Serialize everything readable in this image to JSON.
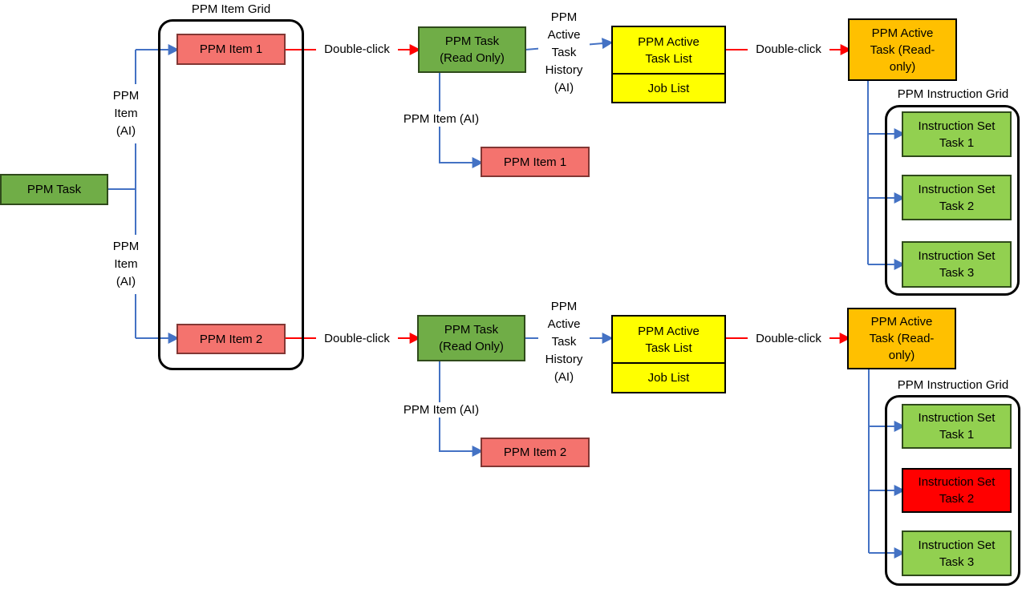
{
  "colors": {
    "task_green": "#70AD47",
    "item_salmon": "#F4736E",
    "list_yellow": "#FFFF00",
    "active_orange": "#FFC000",
    "instruction_green": "#92D050",
    "alert_red": "#FF0000",
    "connector_blue": "#4472C4",
    "connector_red": "#FF0000"
  },
  "left": {
    "task_label": "PPM Task",
    "branch_label_top": "PPM\nItem\n(AI)",
    "branch_label_bottom": "PPM\nItem\n(AI)"
  },
  "item_grid": {
    "title": "PPM Item Grid",
    "items": [
      "PPM Item 1",
      "PPM Item 2"
    ]
  },
  "rows": [
    {
      "double_click_left": "Double-click",
      "task_readonly": "PPM Task\n(Read Only)",
      "history_label": "PPM\nActive\nTask\nHistory\n(AI)",
      "list_top": "PPM Active\nTask List",
      "list_bottom": "Job List",
      "double_click_right": "Double-click",
      "active_task": "PPM Active\nTask (Read-\nonly)",
      "item_link_label": "PPM Item (AI)",
      "item_copy": "PPM Item 1",
      "grid_title": "PPM Instruction Grid",
      "sets": [
        {
          "label": "Instruction Set\nTask 1",
          "bg": "#92D050"
        },
        {
          "label": "Instruction Set\nTask 2",
          "bg": "#92D050"
        },
        {
          "label": "Instruction Set\nTask 3",
          "bg": "#92D050"
        }
      ]
    },
    {
      "double_click_left": "Double-click",
      "task_readonly": "PPM Task\n(Read Only)",
      "history_label": "PPM\nActive\nTask\nHistory\n(AI)",
      "list_top": "PPM Active\nTask List",
      "list_bottom": "Job List",
      "double_click_right": "Double-click",
      "active_task": "PPM Active\nTask (Read-\nonly)",
      "item_link_label": "PPM Item (AI)",
      "item_copy": "PPM Item 2",
      "grid_title": "PPM Instruction Grid",
      "sets": [
        {
          "label": "Instruction Set\nTask 1",
          "bg": "#92D050"
        },
        {
          "label": "Instruction Set\nTask 2",
          "bg": "#FF0000"
        },
        {
          "label": "Instruction Set\nTask 3",
          "bg": "#92D050"
        }
      ]
    }
  ]
}
